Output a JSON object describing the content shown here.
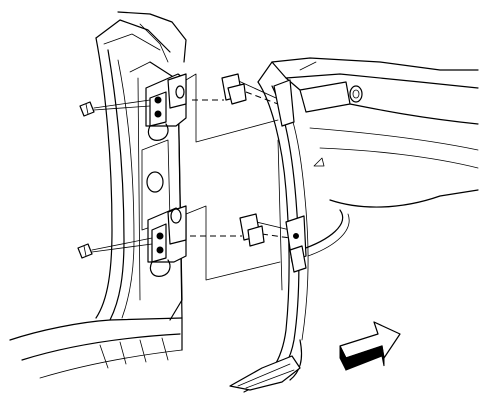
{
  "diagram": {
    "colors": {
      "line": "#000000",
      "background": "#ffffff"
    },
    "parts": [
      {
        "id": "body-pillar",
        "icon": "door-pillar"
      },
      {
        "id": "upper-hinge",
        "icon": "hinge"
      },
      {
        "id": "lower-hinge",
        "icon": "hinge"
      },
      {
        "id": "upper-bolt",
        "icon": "bolt"
      },
      {
        "id": "lower-bolt",
        "icon": "bolt"
      },
      {
        "id": "upper-shim",
        "icon": "shim"
      },
      {
        "id": "lower-shim",
        "icon": "shim"
      },
      {
        "id": "door",
        "icon": "door-panel"
      },
      {
        "id": "direction-arrow",
        "icon": "arrow-right"
      }
    ]
  }
}
